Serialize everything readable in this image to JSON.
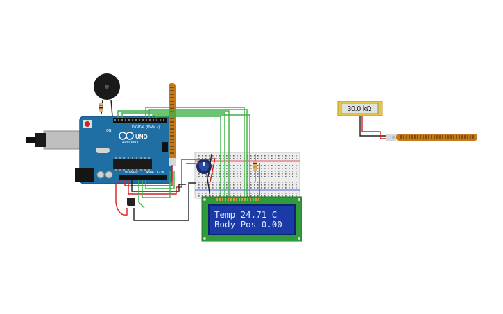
{
  "board": {
    "brand_text": "ARDUINO",
    "model_text": "UNO",
    "on_label": "ON",
    "digital_label": "DIGITAL (PWM ~)",
    "power_label": "POWER",
    "analog_label": "ANALOG IN"
  },
  "lcd": {
    "line1": "Temp 24.71  C",
    "line2": "Body Pos 0.00"
  },
  "ohmmeter": {
    "reading": "30.0 kΩ"
  },
  "colors": {
    "board": "#1f6fa5",
    "board_dark": "#175a86",
    "lcd_frame": "#2f9b3a",
    "lcd_screen": "#1a3aa8",
    "wire_green": "#3cb043",
    "wire_red": "#d62020",
    "wire_black": "#202020",
    "flex_sensor": "#c47a1a",
    "meter": "#e9c545"
  },
  "icons": [
    "buzzer-icon",
    "usb-connector-icon",
    "dc-jack-icon",
    "potentiometer-icon",
    "temperature-sensor-icon",
    "resistor-icon"
  ]
}
